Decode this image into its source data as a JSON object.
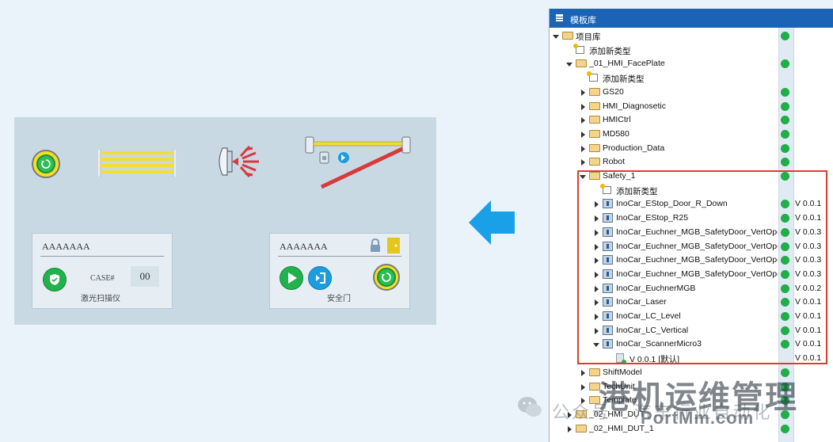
{
  "faceplate": {
    "panel_laser": {
      "name_text": "AAAAAAA",
      "case_label": "CASE#",
      "case_value": "00",
      "caption": "激光扫描仪"
    },
    "panel_door": {
      "name_text": "AAAAAAA",
      "caption": "安全门"
    }
  },
  "colors": {
    "accent_blue": "#1b63b4",
    "status_green": "#1fae48",
    "highlight_red": "#e33838",
    "estop_yellow": "#f2df22",
    "arrow_blue": "#1aa0e6"
  },
  "tree": {
    "title": "模板库",
    "rows": [
      {
        "label": "项目库",
        "indent": 0,
        "twisty": "down",
        "icon": "library",
        "status": true,
        "version": ""
      },
      {
        "label": "添加新类型",
        "indent": 1,
        "twisty": "",
        "icon": "add",
        "status": false,
        "version": ""
      },
      {
        "label": "_01_HMI_FacePlate",
        "indent": 1,
        "twisty": "down",
        "icon": "folder",
        "status": true,
        "version": ""
      },
      {
        "label": "添加新类型",
        "indent": 2,
        "twisty": "",
        "icon": "add",
        "status": false,
        "version": ""
      },
      {
        "label": "GS20",
        "indent": 2,
        "twisty": "right",
        "icon": "folder",
        "status": true,
        "version": ""
      },
      {
        "label": "HMI_Diagnosetic",
        "indent": 2,
        "twisty": "right",
        "icon": "folder",
        "status": true,
        "version": ""
      },
      {
        "label": "HMICtrl",
        "indent": 2,
        "twisty": "right",
        "icon": "folder",
        "status": true,
        "version": ""
      },
      {
        "label": "MD580",
        "indent": 2,
        "twisty": "right",
        "icon": "folder",
        "status": true,
        "version": ""
      },
      {
        "label": "Production_Data",
        "indent": 2,
        "twisty": "right",
        "icon": "folder",
        "status": true,
        "version": ""
      },
      {
        "label": "Robot",
        "indent": 2,
        "twisty": "right",
        "icon": "folder",
        "status": true,
        "version": ""
      },
      {
        "label": "Safety_1",
        "indent": 2,
        "twisty": "down",
        "icon": "folder",
        "status": true,
        "version": ""
      },
      {
        "label": "添加新类型",
        "indent": 3,
        "twisty": "",
        "icon": "add",
        "status": false,
        "version": ""
      },
      {
        "label": "InoCar_EStop_Door_R_Down",
        "indent": 3,
        "twisty": "right",
        "icon": "type",
        "status": true,
        "version": "V 0.0.1"
      },
      {
        "label": "InoCar_EStop_R25",
        "indent": 3,
        "twisty": "right",
        "icon": "type",
        "status": true,
        "version": "V 0.0.1"
      },
      {
        "label": "InoCar_Euchner_MGB_SafetyDoor_VertOpe",
        "indent": 3,
        "twisty": "right",
        "icon": "type",
        "status": true,
        "version": "V 0.0.3"
      },
      {
        "label": "InoCar_Euchner_MGB_SafetyDoor_VertOpe",
        "indent": 3,
        "twisty": "right",
        "icon": "type",
        "status": true,
        "version": "V 0.0.3"
      },
      {
        "label": "InoCar_Euchner_MGB_SafetyDoor_VertOpe",
        "indent": 3,
        "twisty": "right",
        "icon": "type",
        "status": true,
        "version": "V 0.0.3"
      },
      {
        "label": "InoCar_Euchner_MGB_SafetyDoor_VertOpe",
        "indent": 3,
        "twisty": "right",
        "icon": "type",
        "status": true,
        "version": "V 0.0.3"
      },
      {
        "label": "InoCar_EuchnerMGB",
        "indent": 3,
        "twisty": "right",
        "icon": "type",
        "status": true,
        "version": "V 0.0.2"
      },
      {
        "label": "InoCar_Laser",
        "indent": 3,
        "twisty": "right",
        "icon": "type",
        "status": true,
        "version": "V 0.0.1"
      },
      {
        "label": "InoCar_LC_Level",
        "indent": 3,
        "twisty": "right",
        "icon": "type",
        "status": true,
        "version": "V 0.0.1"
      },
      {
        "label": "InoCar_LC_Vertical",
        "indent": 3,
        "twisty": "right",
        "icon": "type",
        "status": true,
        "version": "V 0.0.1"
      },
      {
        "label": "InoCar_ScannerMicro3",
        "indent": 3,
        "twisty": "down",
        "icon": "type",
        "status": true,
        "version": "V 0.0.1"
      },
      {
        "label": "V 0.0.1 [默认]",
        "indent": 4,
        "twisty": "",
        "icon": "version",
        "status": false,
        "version": "V 0.0.1"
      },
      {
        "label": "ShiftModel",
        "indent": 2,
        "twisty": "right",
        "icon": "folder",
        "status": true,
        "version": ""
      },
      {
        "label": "TechUnit",
        "indent": 2,
        "twisty": "right",
        "icon": "folder",
        "status": true,
        "version": ""
      },
      {
        "label": "Template",
        "indent": 2,
        "twisty": "right",
        "icon": "folder",
        "status": true,
        "version": ""
      },
      {
        "label": "_02_HMI_DUT",
        "indent": 1,
        "twisty": "right",
        "icon": "folder",
        "status": true,
        "version": ""
      },
      {
        "label": "_02_HMI_DUT_1",
        "indent": 1,
        "twisty": "right",
        "icon": "folder",
        "status": true,
        "version": ""
      }
    ]
  },
  "watermark": {
    "sub_text": "公众号 · 汽车行业自动化",
    "big_text": "港机运维管理",
    "url": "PortMm.com"
  }
}
